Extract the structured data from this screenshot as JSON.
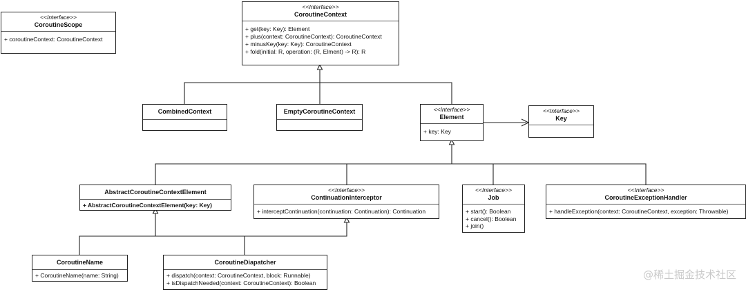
{
  "classes": {
    "coroutine_scope": {
      "stereotype": "<<Interface>>",
      "name": "CoroutineScope",
      "members": [
        "+ coroutineContext: CoroutineContext"
      ]
    },
    "coroutine_context": {
      "stereotype": "<<Interface>>",
      "name": "CoroutineContext",
      "members": [
        "+ get(key: Key): Element",
        "+ plus(context: CoroutineContext): CoroutineContext",
        "+ minusKey(key: Key): CoroutineContext",
        "+ fold(initial: R, operation: (R, Elment) -> R): R"
      ]
    },
    "combined_context": {
      "name": "CombinedContext"
    },
    "empty_coroutine_context": {
      "name": "EmptyCoroutineContext"
    },
    "element": {
      "stereotype": "<<Interface>>",
      "name": "Element",
      "members": [
        "+ key: Key"
      ]
    },
    "key": {
      "stereotype": "<<Interface>>",
      "name": "Key"
    },
    "abstract_coroutine_context_element": {
      "name": "AbstractCoroutineContextElement",
      "members": [
        "+ AbstractCoroutineContextElement(key: Key)"
      ]
    },
    "continuation_interceptor": {
      "stereotype": "<<Interface>>",
      "name": "ContinuationInterceptor",
      "members": [
        "+ interceptContinuation(continuation: Continuation): Continuation"
      ]
    },
    "job": {
      "stereotype": "<<Interface>>",
      "name": "Job",
      "members": [
        "+ start(): Boolean",
        "+ cancel(): Boolean",
        "+ join()"
      ]
    },
    "coroutine_exception_handler": {
      "stereotype": "<<Interface>>",
      "name": "CoroutineExceptionHandler",
      "members": [
        "+ handleException(context: CoroutineContext, exception: Throwable)"
      ]
    },
    "coroutine_name": {
      "name": "CoroutineName",
      "members": [
        "+ CoroutineName(name: String)"
      ]
    },
    "coroutine_dispatcher": {
      "name": "CoroutineDiapatcher",
      "members": [
        "+ dispatch(context: CoroutineContext, block: Runnable)",
        "+ isDispatchNeeded(context: CoroutineContext): Boolean"
      ]
    }
  },
  "watermark": "@稀土掘金技术社区",
  "colors": {
    "line": "#222222",
    "background": "#ffffff",
    "watermark": "#c9c9c9"
  }
}
